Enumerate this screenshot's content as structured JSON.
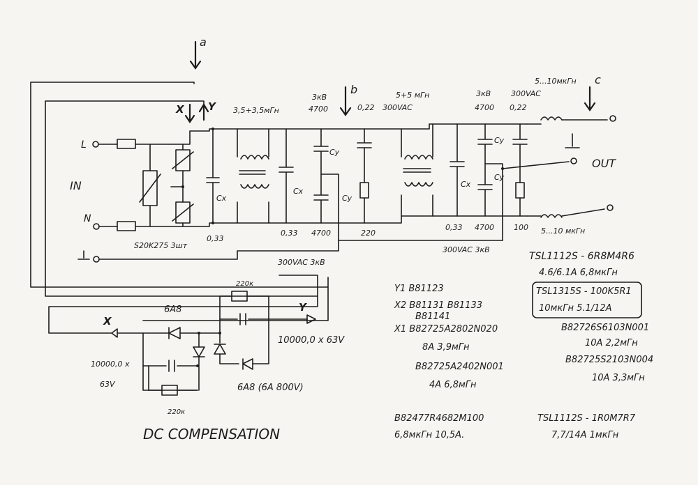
{
  "labels": {
    "a": "a",
    "b": "b",
    "c": "c",
    "x_top": "X",
    "y_top": "Y",
    "L": "L",
    "N": "N",
    "IN": "IN",
    "ground": "⊥",
    "choke1": "3,5+3,5мГн",
    "choke2": "5+5 мГн",
    "choke_out": "5...10мкГн",
    "choke_out2": "5...10 мкГн",
    "cy_top1_kv": "3кВ",
    "cy_top1_val": "4700",
    "cx2_val": "0,22",
    "cx2_rating": "300VAC",
    "cy_top2_kv": "3кВ",
    "cy_top2_val": "4700",
    "cx4_val": "0,22",
    "cx4_rating": "300VAC",
    "cx": "Cx",
    "cy": "Cy",
    "bottom_033a": "0,33",
    "bottom_033b": "0,33",
    "bottom_4700a": "4700",
    "bottom_220": "220",
    "bottom_033c": "0,33",
    "bottom_4700b": "4700",
    "bottom_100": "100",
    "varistor": "S20K275 3шт",
    "rating1": "300VAC 3кВ",
    "rating2": "300VAC 3кВ",
    "out": "OUT",
    "x_dc": "X",
    "y_dc": "Y",
    "d1": "6A8",
    "r_top": "220к",
    "c_dc1": "10000,0 х 63V",
    "c_dc2a": "10000,0 х",
    "c_dc2b": "63V",
    "d2": "6A8 (6A 800V)",
    "r_bot": "220к",
    "dc_title": "DC COMPENSATION"
  },
  "notes": {
    "y1": "Y1  B81123",
    "x2": "X2  B81131  B81133",
    "x2b": "B81141",
    "x1": "X1  B82725A2802N020",
    "x1b": "8A   3,9мГн",
    "p2": "B82725A2402N001",
    "p2b": "4A   6,8мГн",
    "p3": "B82477R4682M100",
    "p3b": "6,8мкГн   10,5A.",
    "t1": "TSL1112S - 6R8M4R6",
    "t1b": "4.6/6.1A   6,8мкГн",
    "t2": "TSL1315S - 100K5R1",
    "t2b": "10мкГн   5.1/12A",
    "t3": "B82726S6103N001",
    "t3b": "10A   2,2мГн",
    "t4": "B82725S2103N004",
    "t4b": "10A   3,3мГн",
    "t5": "TSL1112S - 1R0M7R7",
    "t5b": "7,7/14A    1мкГн"
  }
}
